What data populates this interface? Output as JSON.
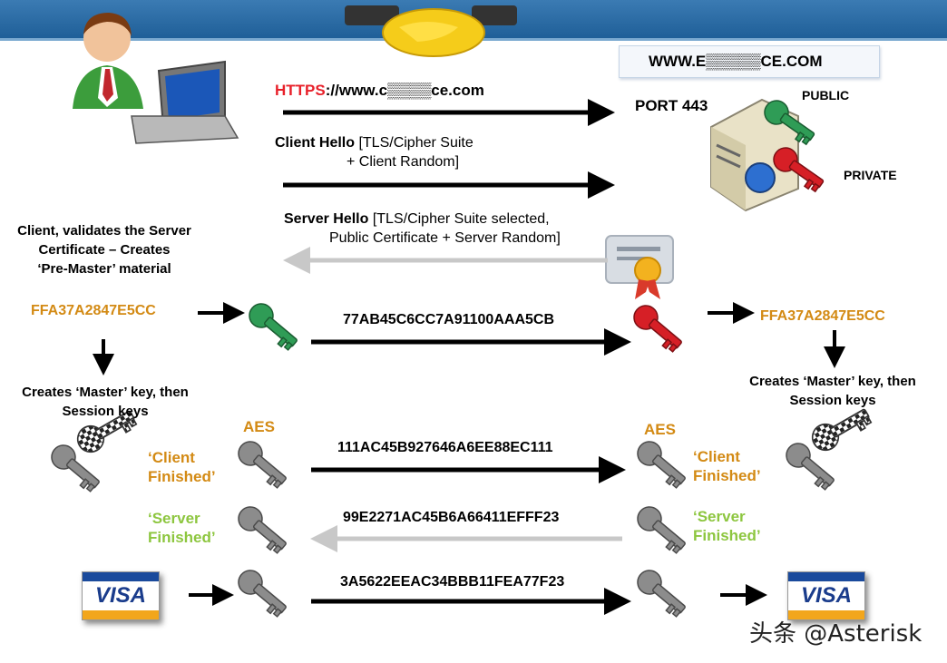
{
  "header": {
    "domain": "WWW.E▒▒▒▒▒CE.COM"
  },
  "url": {
    "scheme": "HTTPS",
    "rest": "://www.c▒▒▒▒ce.com"
  },
  "server": {
    "port": "PORT 443",
    "public_label": "PUBLIC",
    "private_label": "PRIVATE"
  },
  "client_hello": {
    "bold": "Client Hello",
    "line1": " [TLS/Cipher Suite",
    "line2": "+ Client Random]"
  },
  "server_hello": {
    "bold": "Server Hello",
    "line1": " [TLS/Cipher Suite selected,",
    "line2": "Public Certificate + Server Random]"
  },
  "client_validate": [
    "Client, validates the Server",
    "Certificate – Creates",
    "‘Pre-Master’ material"
  ],
  "premaster": {
    "client": "FFA37A2847E5CC",
    "server": "FFA37A2847E5CC",
    "encrypted": "77AB45C6CC7A91100AAA5CB"
  },
  "master_left": [
    "Creates ‘Master’ key, then",
    "Session keys"
  ],
  "master_right": [
    "Creates ‘Master’ key, then",
    "Session keys"
  ],
  "aes": {
    "left": "AES",
    "right": "AES"
  },
  "client_finished": {
    "left": [
      "‘Client",
      "Finished’"
    ],
    "right": [
      "‘Client",
      "Finished’"
    ],
    "hex": "111AC45B927646A6EE88EC111"
  },
  "server_finished": {
    "left": [
      "‘Server",
      "Finished’"
    ],
    "right": [
      "‘Server",
      "Finished’"
    ],
    "hex": "99E2271AC45B6A66411EFFF23"
  },
  "payment": {
    "hex": "3A5622EEAC34BBB11FEA77F23",
    "card_left": "VISA",
    "card_right": "VISA"
  },
  "watermark": "头条 @Asterisk",
  "colors": {
    "orange": "#d38a14",
    "green": "#8dc63f",
    "https_red": "#e8202a",
    "key_green": "#2f9c56",
    "key_red": "#d61f26",
    "key_gray": "#8c8c8c"
  }
}
